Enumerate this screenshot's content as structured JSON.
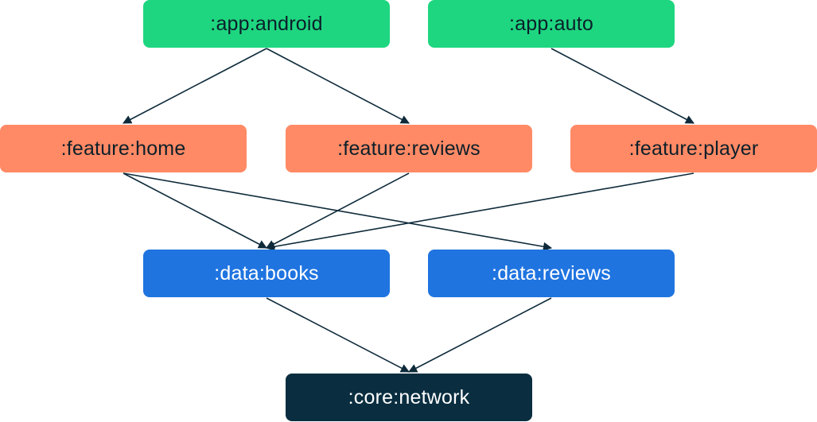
{
  "colors": {
    "app": "#1ed67f",
    "feature": "#ff8a65",
    "data": "#1f74e0",
    "core": "#0a2e40",
    "edge": "#0e2a3a",
    "text_dark": "#0b1f2a",
    "text_light": "#ffffff"
  },
  "nodes": {
    "app_android": {
      "label": ":app:android",
      "group": "app"
    },
    "app_auto": {
      "label": ":app:auto",
      "group": "app"
    },
    "feature_home": {
      "label": ":feature:home",
      "group": "feature"
    },
    "feature_reviews": {
      "label": ":feature:reviews",
      "group": "feature"
    },
    "feature_player": {
      "label": ":feature:player",
      "group": "feature"
    },
    "data_books": {
      "label": ":data:books",
      "group": "data"
    },
    "data_reviews": {
      "label": ":data:reviews",
      "group": "data"
    },
    "core_network": {
      "label": ":core:network",
      "group": "core"
    }
  },
  "edges": [
    {
      "from": "app_android",
      "to": "feature_home"
    },
    {
      "from": "app_android",
      "to": "feature_reviews"
    },
    {
      "from": "app_auto",
      "to": "feature_player"
    },
    {
      "from": "feature_home",
      "to": "data_books"
    },
    {
      "from": "feature_home",
      "to": "data_reviews"
    },
    {
      "from": "feature_reviews",
      "to": "data_books"
    },
    {
      "from": "feature_player",
      "to": "data_books"
    },
    {
      "from": "data_books",
      "to": "core_network"
    },
    {
      "from": "data_reviews",
      "to": "core_network"
    }
  ]
}
